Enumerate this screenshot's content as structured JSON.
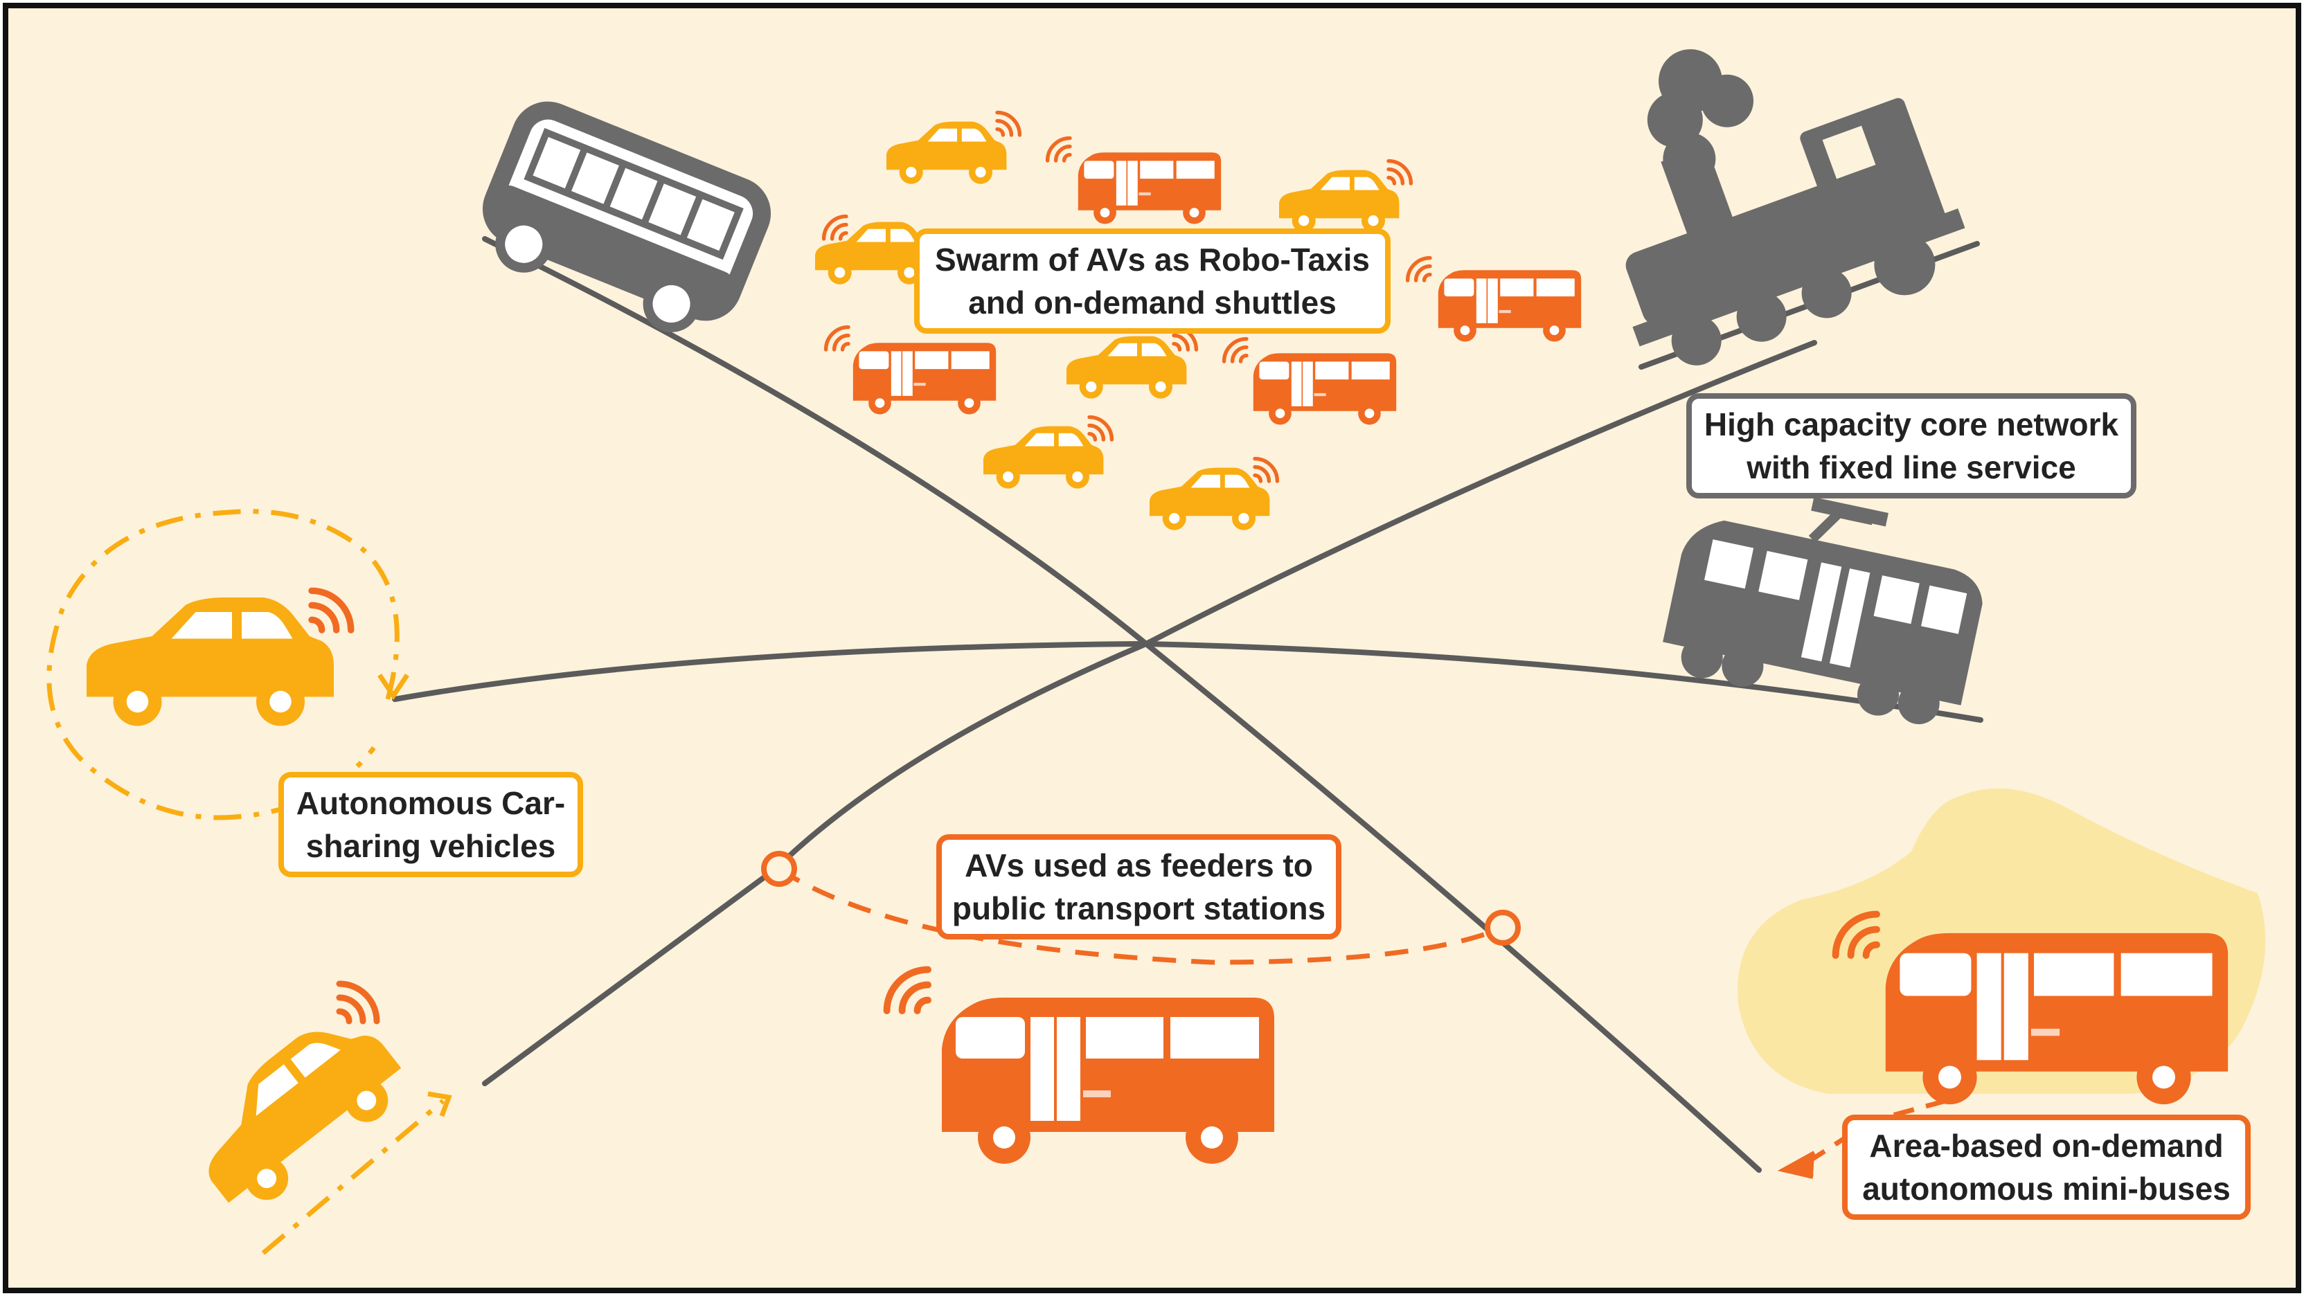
{
  "colors": {
    "background": "#fdf2dc",
    "frame": "#111111",
    "road": "#5b5b5b",
    "orange": "#f06a22",
    "yellow": "#f9ad12",
    "gray_vehicle": "#6b6b6b",
    "zone": "#fbe7a4"
  },
  "labels": {
    "swarm": {
      "line1": "Swarm of AVs as Robo-Taxis",
      "line2": "and on-demand shuttles",
      "color": "#f9ad12"
    },
    "core": {
      "line1": "High capacity core network",
      "line2": "with fixed line service",
      "color": "#6b6b6b"
    },
    "carsharing": {
      "line1": "Autonomous Car-",
      "line2": "sharing vehicles",
      "color": "#f9ad12"
    },
    "feeders": {
      "line1": "AVs used as feeders to",
      "line2": "public transport stations",
      "color": "#f06a22"
    },
    "minibus": {
      "line1": "Area-based on-demand",
      "line2": "autonomous mini-buses",
      "color": "#f06a22"
    }
  },
  "icons": {
    "bus": "bus-icon",
    "train": "steam-train-icon",
    "tram": "tram-icon",
    "taxi": "car-icon",
    "shuttle": "shuttle-icon",
    "signal": "wireless-signal-icon",
    "station": "station-circle-icon"
  }
}
